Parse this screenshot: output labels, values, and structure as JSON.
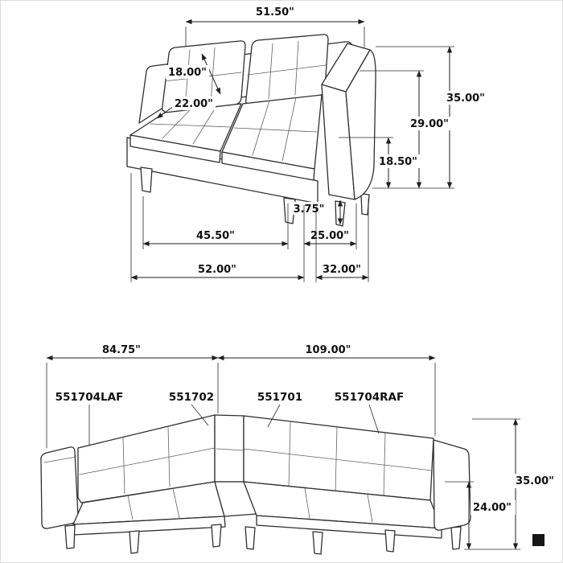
{
  "canvas": {
    "background": "#ffffff",
    "line_color": "#2e2e2e",
    "dim_text_color": "#101010"
  },
  "loveseat_diagram": {
    "dimensions": {
      "top_width": "51.50\"",
      "back_cushion": "18.00\"",
      "seat_depth": "22.00\"",
      "overall_height": "35.00\"",
      "back_height": "29.00\"",
      "seat_height": "18.50\"",
      "leg_height": "3.75\"",
      "seat_width": "45.50\"",
      "arm_width": "25.00\"",
      "overall_width": "52.00\"",
      "overall_depth": "32.00\""
    }
  },
  "sectional_diagram": {
    "dimensions": {
      "left_width": "84.75\"",
      "right_width": "109.00\"",
      "overall_height": "35.00\"",
      "seat_back_height": "24.00\""
    },
    "part_labels": [
      "551704LAF",
      "551702",
      "551701",
      "551704RAF"
    ]
  }
}
